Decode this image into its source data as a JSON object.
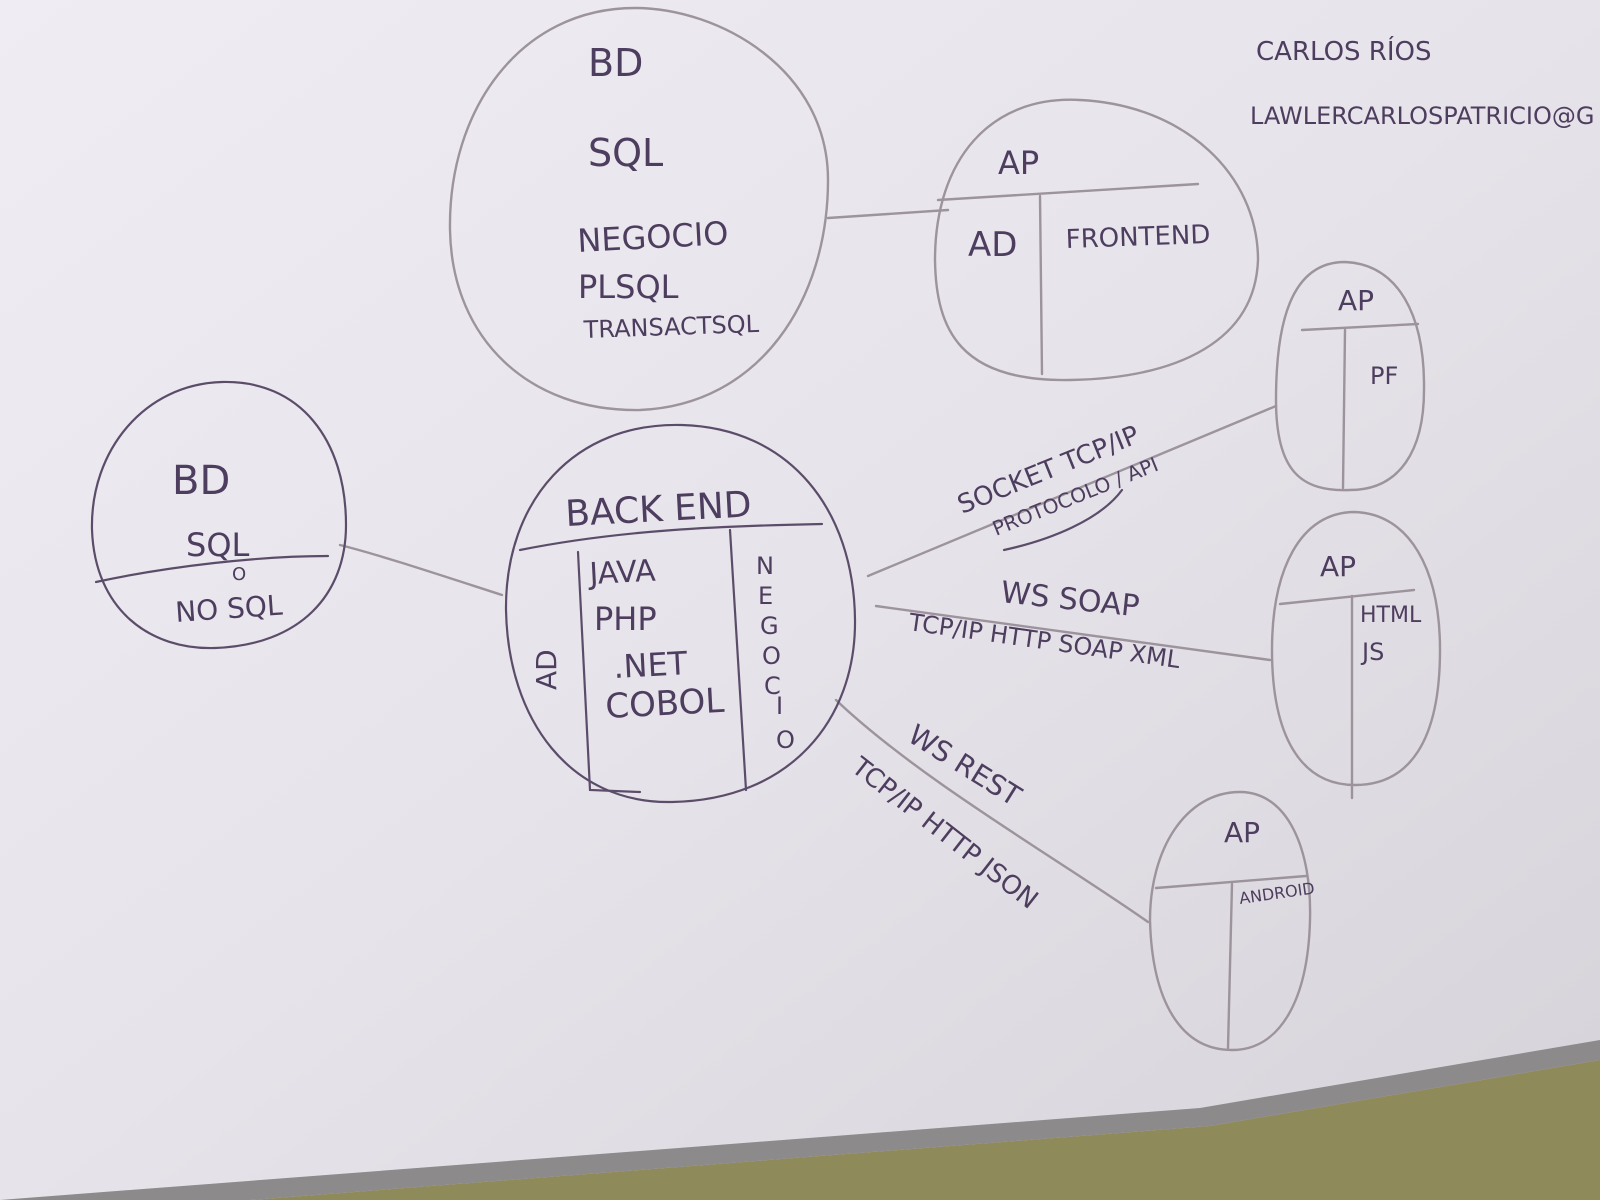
{
  "header": {
    "name": "CARLOS RÍOS",
    "email": "LAWLERCARLOSPATRICIO@G"
  },
  "bd_sql_top": {
    "title": "BD",
    "subtitle": "SQL",
    "lines": [
      "NEGOCIO",
      "PLSQL",
      "TRANSACTSQL"
    ]
  },
  "frontend_node": {
    "header": "AP",
    "left": "AD",
    "right": "FRONTEND"
  },
  "bd_left": {
    "title": "BD",
    "sql": "SQL",
    "or": "O",
    "nosql": "NO SQL"
  },
  "backend": {
    "header": "BACK END",
    "side_label": "AD",
    "languages": [
      "JAVA",
      "PHP",
      ".NET",
      "COBOL"
    ],
    "negocio": [
      "N",
      "E",
      "G",
      "O",
      "C",
      "I",
      "O"
    ]
  },
  "ap_pf": {
    "header": "AP",
    "label": "PF"
  },
  "ap_html": {
    "header": "AP",
    "lines": [
      "HTML",
      "JS"
    ]
  },
  "ap_android": {
    "header": "AP",
    "label": "ANDROID"
  },
  "connections": {
    "socket_line1": "SOCKET TCP/IP",
    "socket_line2": "PROTOCOLO / API",
    "soap_line1": "WS SOAP",
    "soap_line2": "TCP/IP HTTP SOAP XML",
    "rest_line1": "WS REST",
    "rest_line2": "TCP/IP HTTP JSON"
  }
}
